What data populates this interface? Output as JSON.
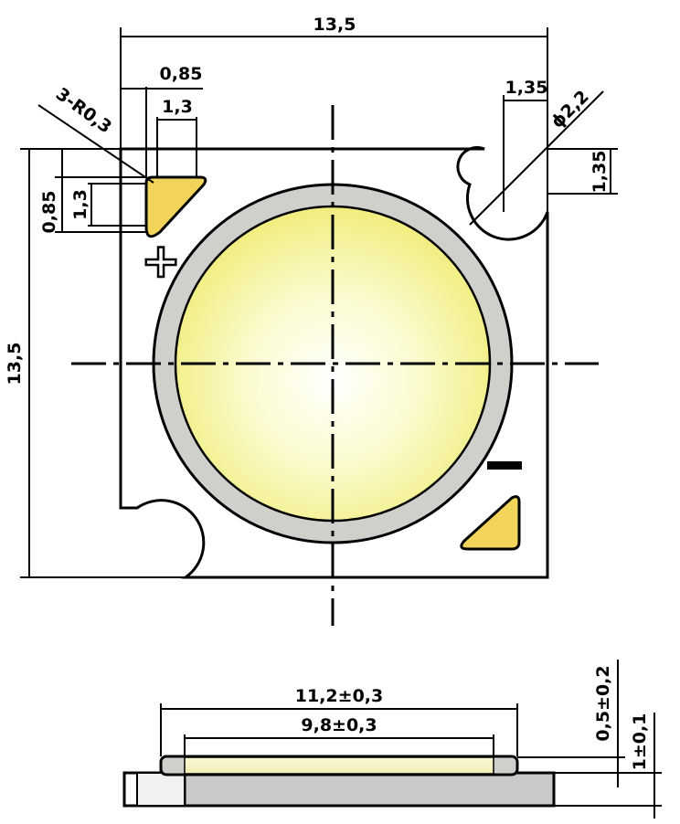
{
  "top_view": {
    "width_label": "13,5",
    "height_label": "13,5",
    "pad_offset_x_label": "0,85",
    "pad_width_label": "1,3",
    "pad_offset_y_label": "0,85",
    "pad_height_label": "1,3",
    "corner_radius_label": "3-R0,3",
    "hole_offset_x_label": "1,35",
    "hole_offset_y_label": "1,35",
    "hole_diameter_label": "ϕ2,2",
    "plus_symbol": "+",
    "minus_symbol": "−"
  },
  "side_view": {
    "outer_diameter_label": "11,2±0,3",
    "inner_diameter_label": "9,8±0,3",
    "dome_height_label": "0,5±0,2",
    "substrate_height_label": "1±0,1"
  },
  "colors": {
    "pad_fill": "#f2d45a",
    "ring_fill": "#cfd0cc",
    "emitter_center": "#ffffff",
    "emitter_edge": "#f1ee7a",
    "substrate_fill": "#c9cac7"
  }
}
